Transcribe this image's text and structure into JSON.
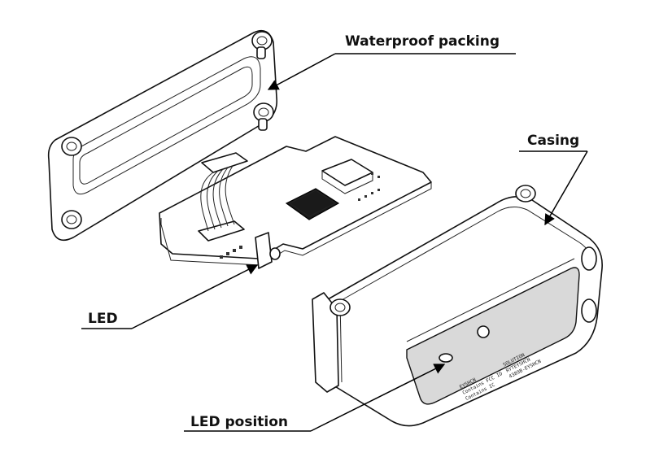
{
  "labels": {
    "waterproof_packing": "Waterproof packing",
    "casing": "Casing",
    "led": "LED",
    "led_position": "LED position"
  },
  "casing_plate": {
    "line1": "EYSHCN",
    "line2": "Contains FCC ID",
    "line3": "Contains IC",
    "value1": "SOLUTION",
    "value2": "RYTEYSHCN",
    "value3": "4389B-EYSHCN"
  },
  "colors": {
    "line": "#111111",
    "background": "#ffffff"
  }
}
